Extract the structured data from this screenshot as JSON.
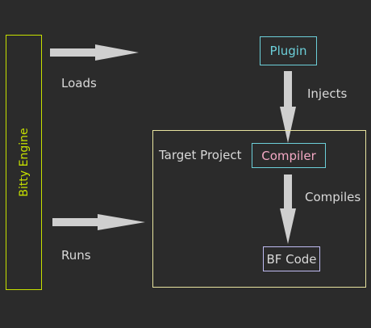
{
  "engine": {
    "label": "Bitty Engine"
  },
  "target": {
    "label": "Target Project"
  },
  "nodes": {
    "plugin": "Plugin",
    "compiler": "Compiler",
    "bf_code": "BF Code"
  },
  "edges": {
    "loads": "Loads",
    "runs": "Runs",
    "injects": "Injects",
    "compiles": "Compiles"
  },
  "colors": {
    "background": "#2b2b2b",
    "engine": "#c6e000",
    "target_border": "#e8e4a0",
    "node_border": "#6ccfd9",
    "compiler_text": "#f4a9c4",
    "bf_border": "#bfbcf2",
    "arrow": "#cfcfcf",
    "text": "#d9d9d9"
  }
}
